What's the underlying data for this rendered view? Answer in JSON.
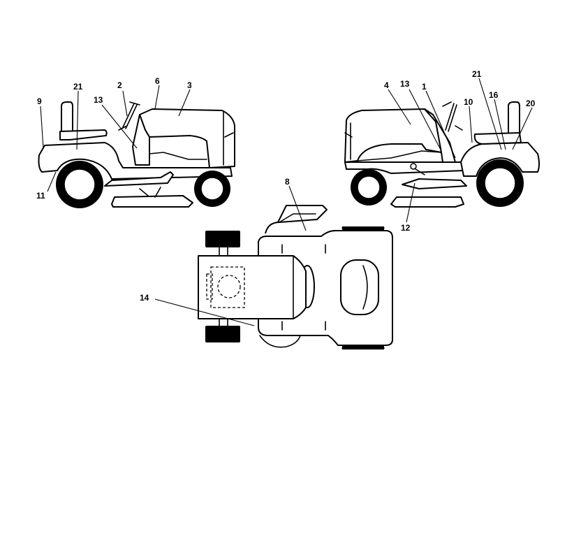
{
  "part_labels": {
    "n9": "9",
    "n21a": "21",
    "n13a": "13",
    "n2": "2",
    "n6": "6",
    "n3": "3",
    "n11": "11",
    "n4": "4",
    "n13b": "13",
    "n1": "1",
    "n21b": "21",
    "n16": "16",
    "n10": "10",
    "n20": "20",
    "n12": "12",
    "n8": "8",
    "n14": "14"
  }
}
